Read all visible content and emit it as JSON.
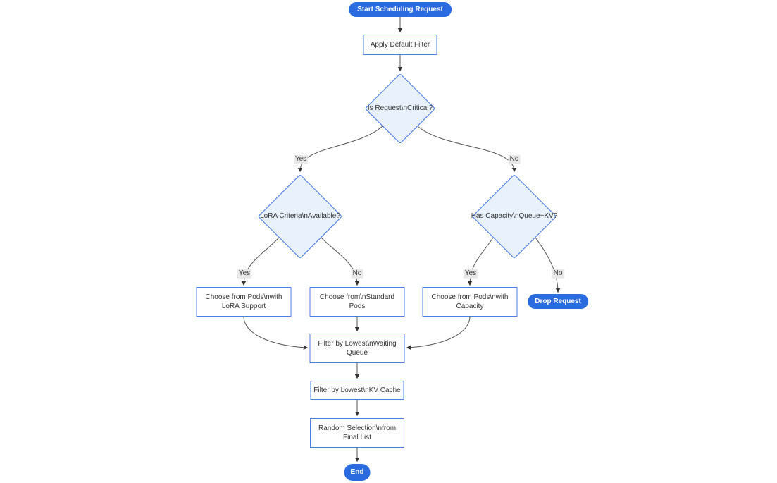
{
  "diagram": {
    "type": "flowchart",
    "colors": {
      "canvas_bg": "#ffffff",
      "pill_fill": "#2a6ce0",
      "pill_text": "#ffffff",
      "rect_fill": "#ffffff",
      "rect_border": "#4a7ee0",
      "diamond_fill": "#e9f2fc",
      "diamond_border": "#3f77e3",
      "edge_line": "#555555",
      "arrow_head": "#333333",
      "edge_label_bg": "#e8e8e8",
      "node_text": "#333333"
    },
    "nodes": {
      "start": {
        "shape": "stadium",
        "label_lines": [
          "Start Scheduling Request"
        ]
      },
      "apply_filter": {
        "shape": "rect",
        "label_lines": [
          "Apply Default Filter"
        ]
      },
      "is_critical": {
        "shape": "diamond",
        "label_lines": [
          "Is Request\\nCritical?"
        ]
      },
      "lora_criteria": {
        "shape": "diamond",
        "label_lines": [
          "LoRA Criteria\\nAvailable?"
        ]
      },
      "has_capacity": {
        "shape": "diamond",
        "label_lines": [
          "Has Capacity\\nQueue+KV?"
        ]
      },
      "choose_lora": {
        "shape": "rect",
        "label_lines": [
          "Choose from Pods\\nwith",
          "LoRA Support"
        ]
      },
      "choose_standard": {
        "shape": "rect",
        "label_lines": [
          "Choose from\\nStandard",
          "Pods"
        ]
      },
      "choose_capacity": {
        "shape": "rect",
        "label_lines": [
          "Choose from Pods\\nwith",
          "Capacity"
        ]
      },
      "drop_request": {
        "shape": "stadium",
        "label_lines": [
          "Drop Request"
        ]
      },
      "filter_queue": {
        "shape": "rect",
        "label_lines": [
          "Filter by Lowest\\nWaiting",
          "Queue"
        ]
      },
      "filter_kv": {
        "shape": "rect",
        "label_lines": [
          "Filter by Lowest\\nKV Cache"
        ]
      },
      "random_selection": {
        "shape": "rect",
        "label_lines": [
          "Random Selection\\nfrom",
          "Final List"
        ]
      },
      "end": {
        "shape": "stadium",
        "label_lines": [
          "End"
        ]
      }
    },
    "edge_labels": {
      "critical_yes": "Yes",
      "critical_no": "No",
      "lora_yes": "Yes",
      "lora_no": "No",
      "capacity_yes": "Yes",
      "capacity_no": "No"
    }
  }
}
